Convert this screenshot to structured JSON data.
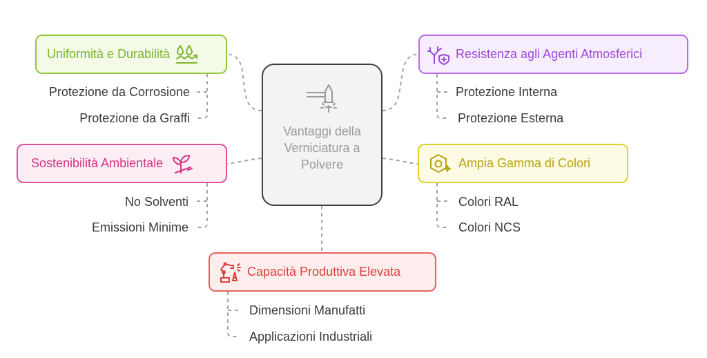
{
  "center": {
    "title": "Vantaggi della Verniciatura a Polvere",
    "icon": "spray-gun-icon"
  },
  "branches": {
    "uniformita": {
      "title": "Uniformità e Durabilità",
      "icon": "water-drops-icon",
      "color": "#93c83a",
      "items": [
        "Protezione da Corrosione",
        "Protezione da Graffi"
      ]
    },
    "resistenza": {
      "title": "Resistenza agli Agenti Atmosferici",
      "icon": "coral-shield-icon",
      "color": "#b86be6",
      "items": [
        "Protezione Interna",
        "Protezione Esterna"
      ]
    },
    "sostenibilita": {
      "title": "Sostenibilità Ambientale",
      "icon": "sprout-icon",
      "color": "#e0539a",
      "items": [
        "No Solventi",
        "Emissioni Minime"
      ]
    },
    "gamma": {
      "title": "Ampia Gamma di Colori",
      "icon": "hexagon-sparkle-icon",
      "color": "#e2cf2c",
      "items": [
        "Colori RAL",
        "Colori NCS"
      ]
    },
    "capacita": {
      "title": "Capacità Produttiva Elevata",
      "icon": "robot-arm-icon",
      "color": "#e6605c",
      "items": [
        "Dimensioni Manufatti",
        "Applicazioni Industriali"
      ]
    }
  }
}
